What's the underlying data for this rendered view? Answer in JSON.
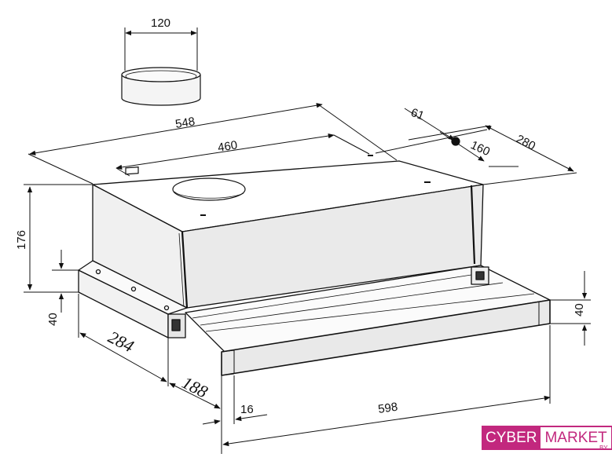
{
  "dimensions": {
    "duct_diameter": "120",
    "width_top": "548",
    "width_inner": "460",
    "offset_61": "61",
    "offset_160": "160",
    "depth_280": "280",
    "height_176": "176",
    "height_40_left": "40",
    "depth_284": "284",
    "depth_188": "188",
    "offset_16": "16",
    "width_598": "598",
    "height_40_right": "40"
  },
  "logo": {
    "part1": "CYBER",
    "part2": "MARKET",
    "suffix": ".BY"
  },
  "colors": {
    "brand": "#c2287e",
    "line": "#111111",
    "body_fill": "#f0f0f0"
  }
}
